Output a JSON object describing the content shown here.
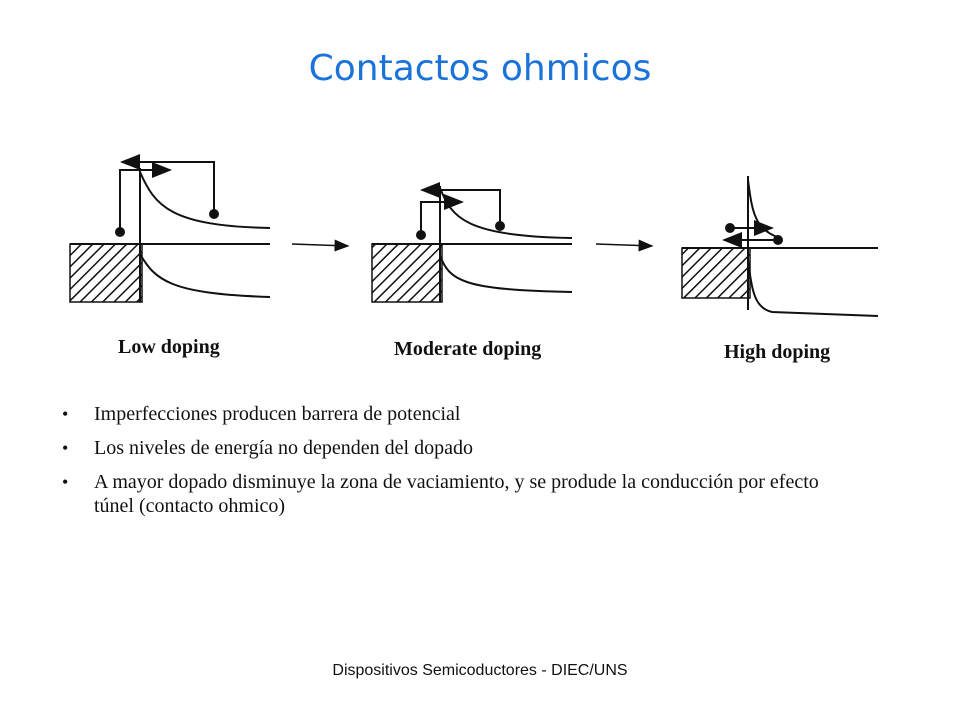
{
  "title": "Contactos ohmicos",
  "figure": {
    "panels": [
      {
        "label": "Low doping"
      },
      {
        "label": "Moderate doping"
      },
      {
        "label": "High doping"
      }
    ]
  },
  "bullets": [
    "Imperfecciones producen barrera de potencial",
    "Los niveles de energía no dependen del dopado",
    "A mayor dopado disminuye la zona de vaciamiento, y se produde la conducción por efecto túnel (contacto ohmico)"
  ],
  "footer": "Dispositivos Semicoductores - DIEC/UNS"
}
